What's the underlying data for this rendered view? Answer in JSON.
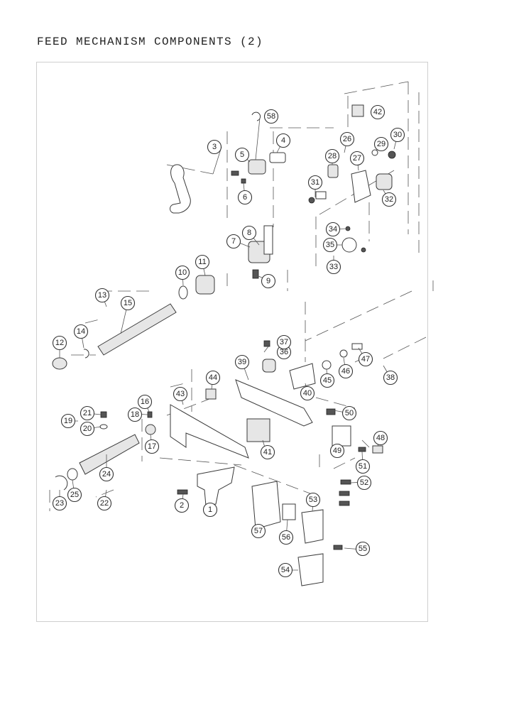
{
  "title": "FEED MECHANISM COMPONENTS (2)",
  "callouts": [
    {
      "label": "1"
    },
    {
      "label": "2"
    },
    {
      "label": "3"
    },
    {
      "label": "4"
    },
    {
      "label": "5"
    },
    {
      "label": "6"
    },
    {
      "label": "7"
    },
    {
      "label": "8"
    },
    {
      "label": "9"
    },
    {
      "label": "10"
    },
    {
      "label": "11"
    },
    {
      "label": "12"
    },
    {
      "label": "13"
    },
    {
      "label": "14"
    },
    {
      "label": "15"
    },
    {
      "label": "16"
    },
    {
      "label": "17"
    },
    {
      "label": "18"
    },
    {
      "label": "19"
    },
    {
      "label": "20"
    },
    {
      "label": "21"
    },
    {
      "label": "22"
    },
    {
      "label": "23"
    },
    {
      "label": "24"
    },
    {
      "label": "25"
    },
    {
      "label": "26"
    },
    {
      "label": "27"
    },
    {
      "label": "28"
    },
    {
      "label": "29"
    },
    {
      "label": "30"
    },
    {
      "label": "31"
    },
    {
      "label": "32"
    },
    {
      "label": "33"
    },
    {
      "label": "34"
    },
    {
      "label": "35"
    },
    {
      "label": "36"
    },
    {
      "label": "37"
    },
    {
      "label": "38"
    },
    {
      "label": "39"
    },
    {
      "label": "40"
    },
    {
      "label": "41"
    },
    {
      "label": "42"
    },
    {
      "label": "43"
    },
    {
      "label": "44"
    },
    {
      "label": "45"
    },
    {
      "label": "46"
    },
    {
      "label": "47"
    },
    {
      "label": "48"
    },
    {
      "label": "49"
    },
    {
      "label": "50"
    },
    {
      "label": "51"
    },
    {
      "label": "52"
    },
    {
      "label": "53"
    },
    {
      "label": "54"
    },
    {
      "label": "55"
    },
    {
      "label": "56"
    },
    {
      "label": "57"
    },
    {
      "label": "58"
    }
  ]
}
